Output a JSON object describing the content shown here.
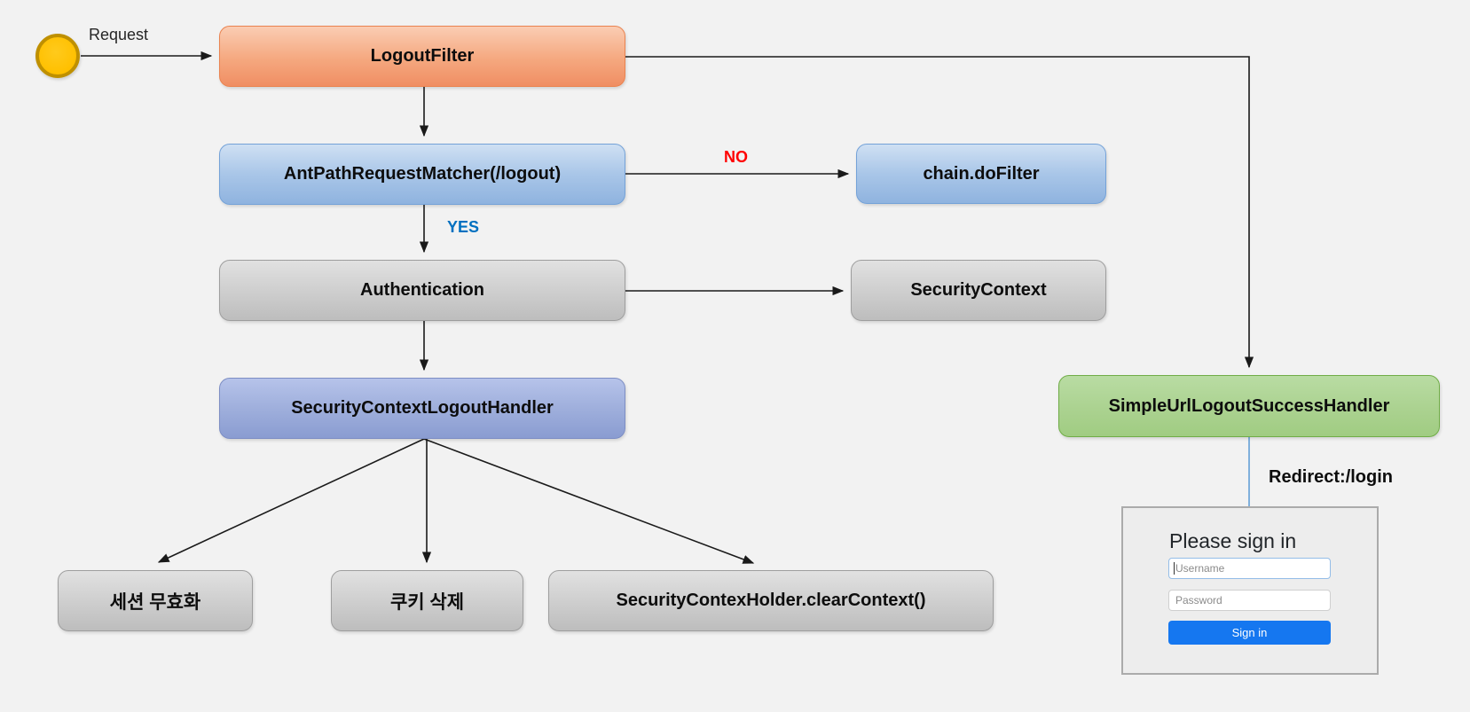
{
  "colors": {
    "background": "#F2F2F2",
    "start_fill": "#FFC000",
    "start_border": "#BF9000",
    "orange_box": "#F2936C",
    "blue_box": "#92B5E0",
    "gray_box": "#C6C6C6",
    "periwinkle_box": "#8E9FD3",
    "green_box": "#A9D18E",
    "green_border": "#70AD47",
    "no_label": "#FF0000",
    "yes_label": "#0070C0",
    "redirect_line": "#5B9BD5",
    "signin_button": "#1577F0",
    "connector": "#1A1A1A"
  },
  "start": {
    "label": "Request"
  },
  "nodes": {
    "logout_filter": "LogoutFilter",
    "ant_path_matcher": "AntPathRequestMatcher(/logout)",
    "chain_do_filter": "chain.doFilter",
    "authentication": "Authentication",
    "security_context": "SecurityContext",
    "security_context_logout_handler": "SecurityContextLogoutHandler",
    "session_invalidation": "세션 무효화",
    "cookie_delete": "쿠키 삭제",
    "clear_context": "SecurityContexHolder.clearContext()",
    "simple_url_logout_success_handler": "SimpleUrlLogoutSuccessHandler"
  },
  "edge_labels": {
    "no": "NO",
    "yes": "YES",
    "redirect": "Redirect:/login"
  },
  "login_form": {
    "title": "Please sign in",
    "username_placeholder": "Username",
    "password_placeholder": "Password",
    "sign_in_label": "Sign in"
  }
}
